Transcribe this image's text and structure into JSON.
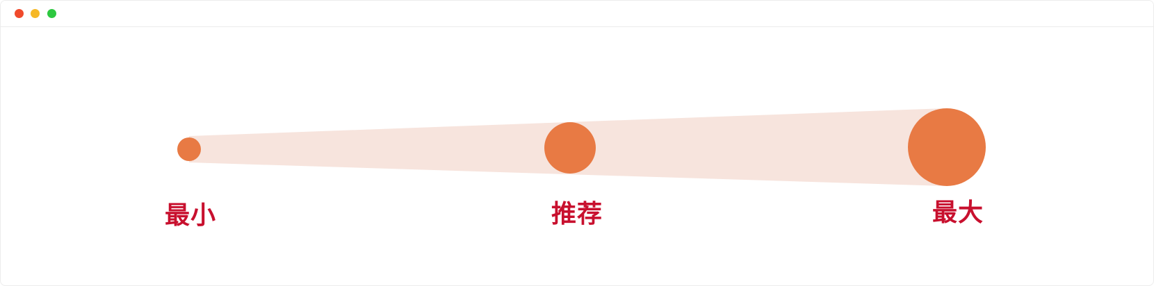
{
  "window": {
    "controls": [
      {
        "name": "close-dot",
        "color": "#f04a2c"
      },
      {
        "name": "minimize-dot",
        "color": "#f6b826"
      },
      {
        "name": "zoom-dot",
        "color": "#2dc840"
      }
    ]
  },
  "diagram": {
    "circle_color": "#e87a44",
    "cone_color": "#f7e4dd",
    "label_color": "#c8102e",
    "stops": [
      {
        "label": "最小"
      },
      {
        "label": "推荐"
      },
      {
        "label": "最大"
      }
    ]
  }
}
